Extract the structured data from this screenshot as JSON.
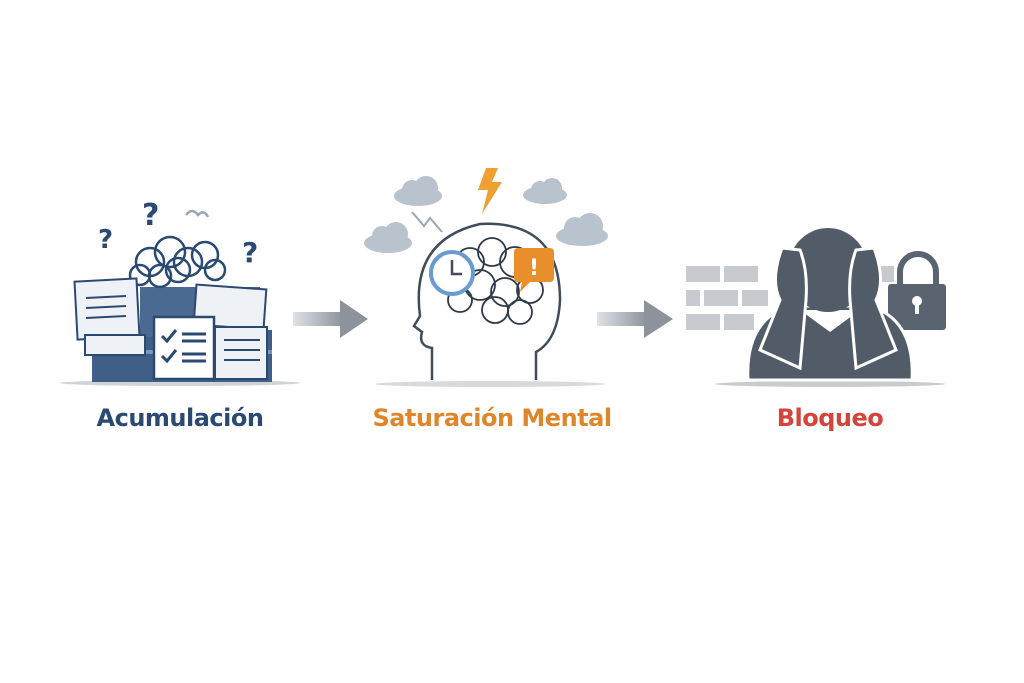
{
  "stages": [
    {
      "label": "Acumulación",
      "color": "#2b4a72"
    },
    {
      "label": "Saturación Mental",
      "color": "#e0862a"
    },
    {
      "label": "Bloqueo",
      "color": "#d4443a"
    }
  ],
  "icons": {
    "question_mark": "?",
    "alert_mark": "!"
  }
}
